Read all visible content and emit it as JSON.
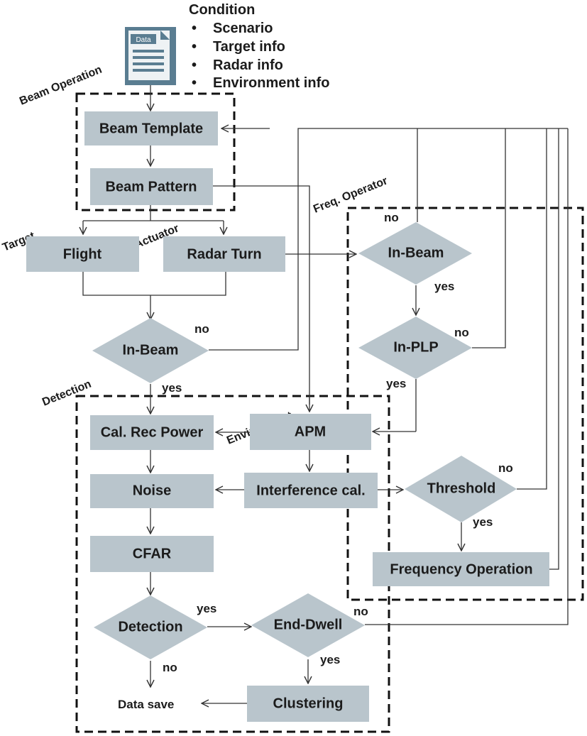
{
  "condition": {
    "title": "Condition",
    "bullet": "•",
    "items": [
      "Scenario",
      "Target info",
      "Radar info",
      "Environment  info"
    ]
  },
  "data_icon": {
    "label": "Data",
    "icon": "document-icon"
  },
  "groups": {
    "beam_operation": "Beam Operation",
    "freq_operator": "Freq. Operator",
    "target": "Target",
    "actuator": "Actuator",
    "detection": "Detection",
    "environment": "Environment"
  },
  "nodes": {
    "beam_template": "Beam Template",
    "beam_pattern": "Beam Pattern",
    "flight": "Flight",
    "radar_turn": "Radar Turn",
    "in_beam_main": "In-Beam",
    "in_beam_freq": "In-Beam",
    "in_plp": "In-PLP",
    "cal_rec_power": "Cal. Rec Power",
    "apm": "APM",
    "noise": "Noise",
    "interference_cal": "Interference cal.",
    "threshold": "Threshold",
    "frequency_operation": "Frequency Operation",
    "cfar": "CFAR",
    "detection": "Detection",
    "end_dwell": "End-Dwell",
    "clustering": "Clustering",
    "data_save": "Data save"
  },
  "edge_labels": {
    "in_beam_main_no": "no",
    "in_beam_main_yes": "yes",
    "in_beam_freq_no": "no",
    "in_beam_freq_yes": "yes",
    "in_plp_no": "no",
    "in_plp_yes": "yes",
    "threshold_no": "no",
    "threshold_yes": "yes",
    "detection_yes": "yes",
    "detection_no": "no",
    "end_dwell_no": "no",
    "end_dwell_yes": "yes"
  },
  "colors": {
    "box_fill": "#b9c5cc",
    "line": "#333333",
    "text": "#1b1b1b"
  }
}
